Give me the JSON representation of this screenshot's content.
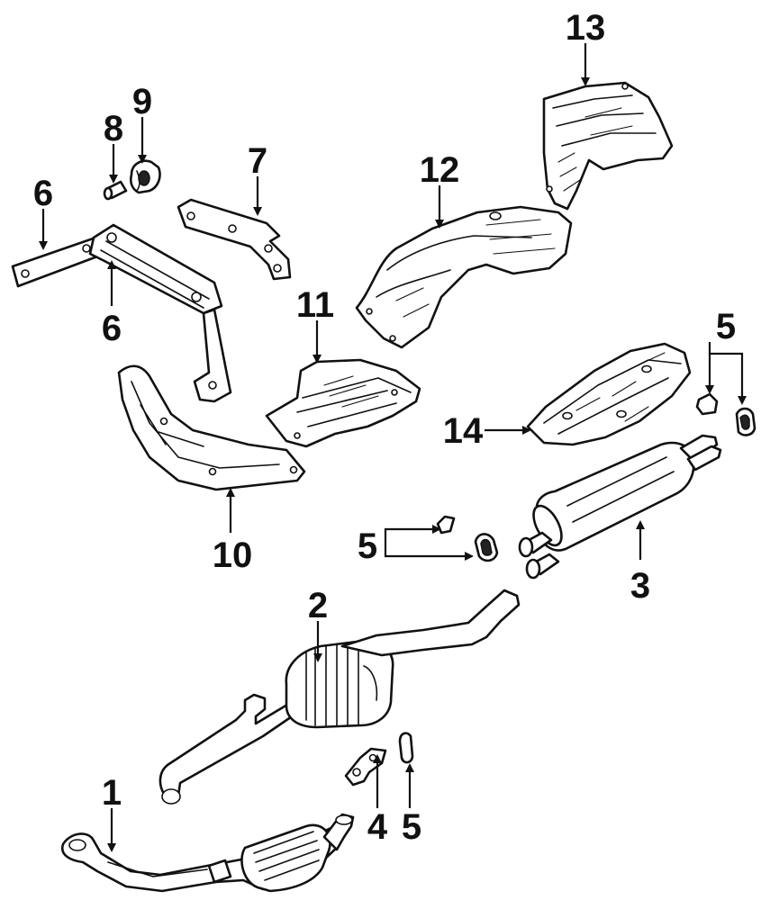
{
  "callouts": {
    "c1": "1",
    "c2": "2",
    "c3": "3",
    "c4": "4",
    "c5_front": "5",
    "c5_bracket": "5",
    "c5_mid": "5",
    "c6_top": "6",
    "c6_bottom": "6",
    "c7": "7",
    "c8": "8",
    "c9": "9",
    "c10": "10",
    "c11": "11",
    "c12": "12",
    "c13": "13",
    "c14": "14"
  },
  "colors": {
    "line": "#111111",
    "background": "#ffffff"
  }
}
